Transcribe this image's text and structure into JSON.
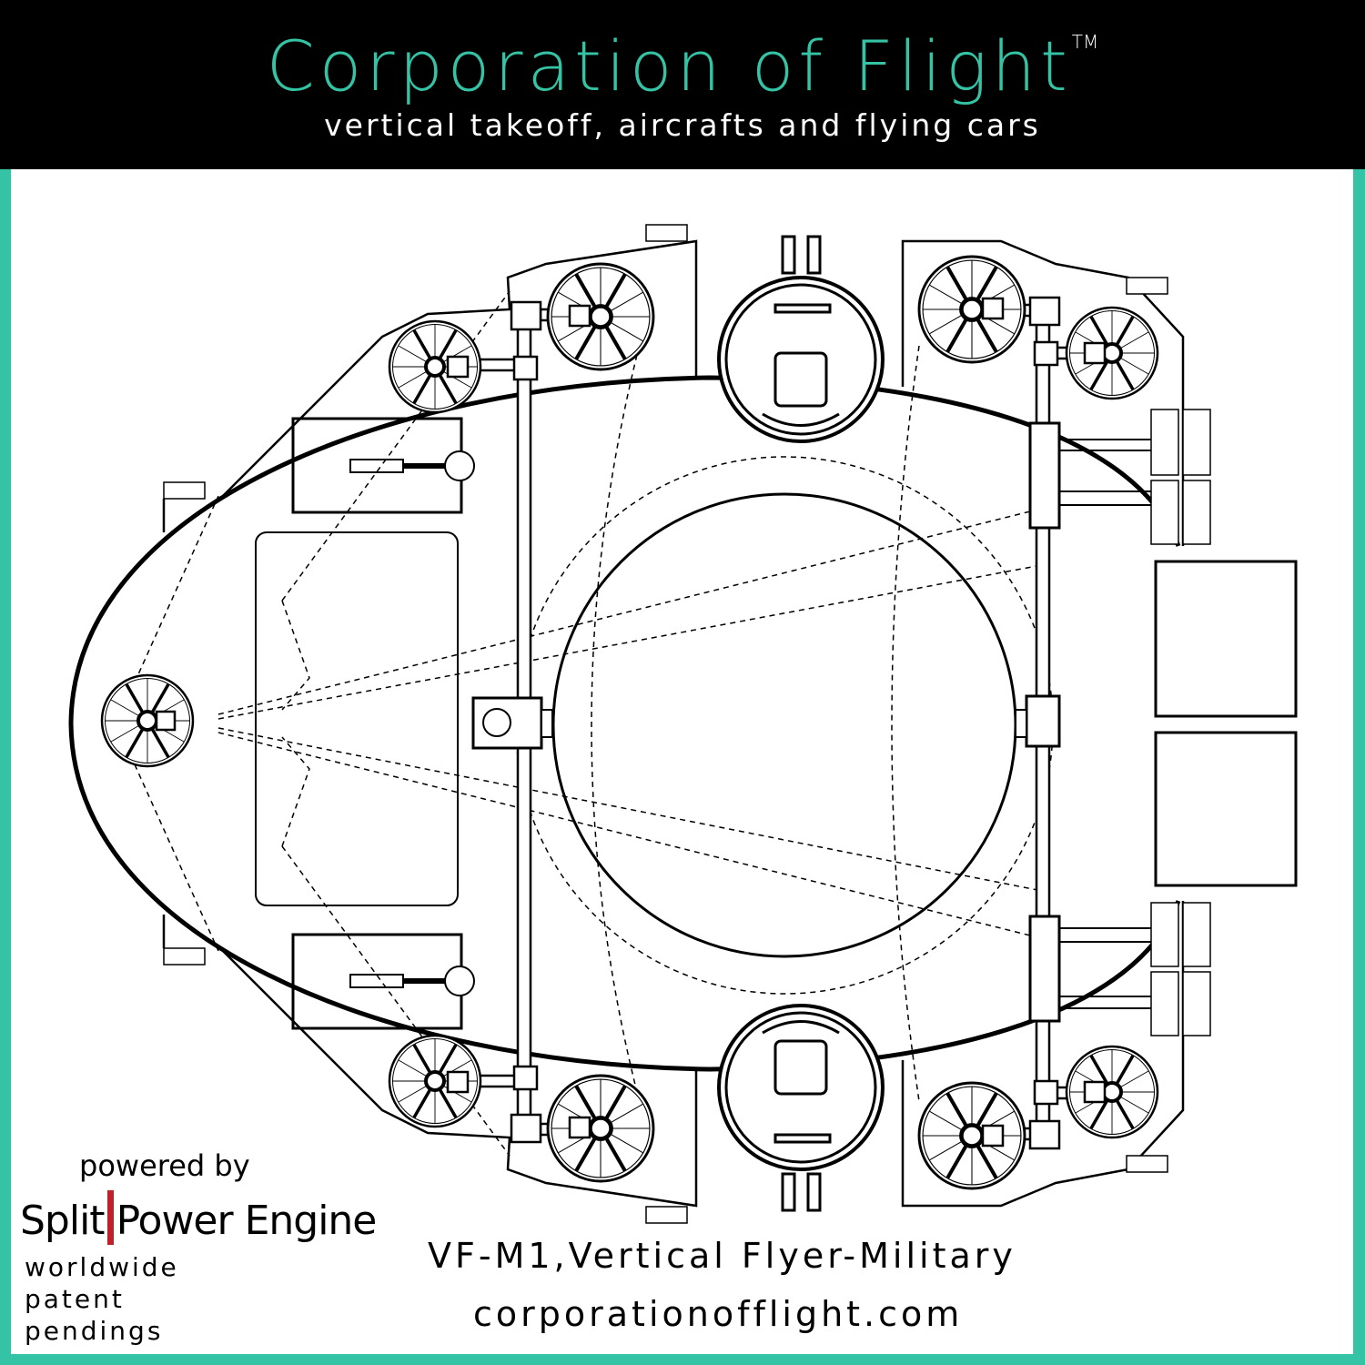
{
  "header": {
    "title": "Corporation of Flight",
    "trademark": "TM",
    "subtitle": "vertical takeoff, aircrafts and flying cars"
  },
  "footer": {
    "powered_by": "powered by",
    "brand_left": "Split",
    "brand_right": "Power Engine",
    "patent_lines": [
      "worldwide",
      "patent",
      "pendings"
    ],
    "model": "VF-M1,Vertical Flyer-Military",
    "website": "corporationofflight.com"
  },
  "colors": {
    "accent": "#35c3a5",
    "header_bg": "#000000",
    "brand_bar": "#c0202a"
  }
}
